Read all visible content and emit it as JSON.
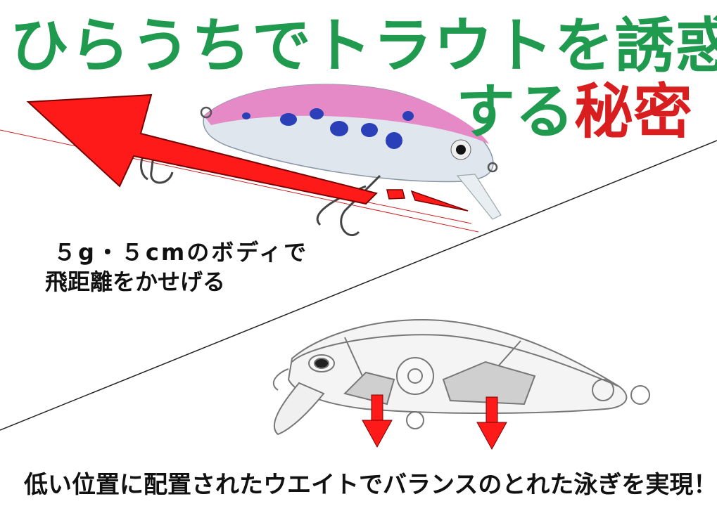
{
  "title": {
    "line1": "ひらうちでトラウトを誘惑",
    "line2_green": "する",
    "line2_red": "秘密"
  },
  "feature_top": {
    "line1": "５g・５cmのボディで",
    "line2": "飛距離をかせげる"
  },
  "feature_bottom": "低い位置に配置されたウエイトでバランスのとれた泳ぎを実現！",
  "colors": {
    "green": "#1f9a4f",
    "red": "#d81e1e",
    "arrow_red": "#ff1a1a",
    "lure_pink": "#e58ac7",
    "lure_blue": "#2a3fb8"
  }
}
